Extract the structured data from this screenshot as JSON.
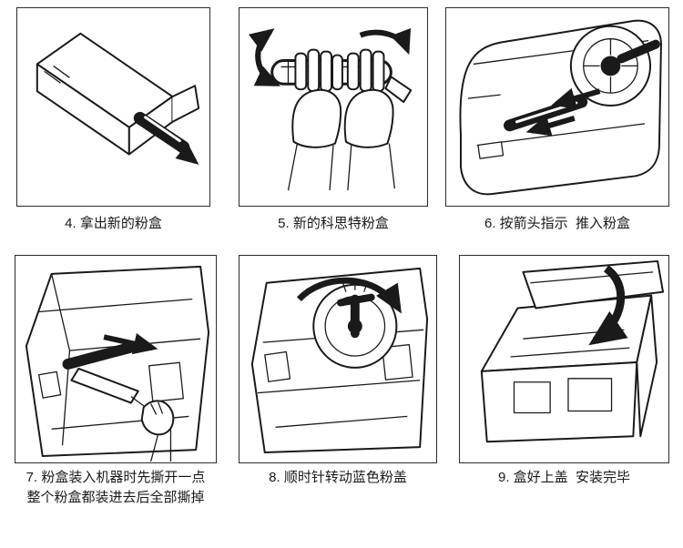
{
  "page": {
    "background": "#ffffff",
    "text_color": "#1a1a1a",
    "panel_border_color": "#2b2b2b",
    "drawing_ink_color": "#1a1a1a",
    "description": "toner-cartridge-installation-instruction-sheet"
  },
  "steps": [
    {
      "number": "4",
      "caption": "4. 拿出新的粉盒",
      "illustration": "take-new-cartridge-out-of-box-drawing"
    },
    {
      "number": "5",
      "caption": "5. 新的科思特粉盒",
      "illustration": "new-cartridge-held-in-hands-with-shake-arrows-drawing"
    },
    {
      "number": "6",
      "caption": "6. 按箭头指示  推入粉盒",
      "illustration": "push-cartridge-into-printer-along-arrows-drawing"
    },
    {
      "number": "7",
      "caption": "7. 粉盒装入机器时先撕开一点\n整个粉盒都装进去后全部撕掉",
      "illustration": "pull-seal-strip-while-inserting-cartridge-drawing"
    },
    {
      "number": "8",
      "caption": "8. 顺时针转动蓝色粉盖",
      "illustration": "rotate-blue-toner-cap-clockwise-drawing"
    },
    {
      "number": "9",
      "caption": "9. 盒好上盖  安装完毕",
      "illustration": "close-top-cover-installation-complete-drawing"
    }
  ]
}
